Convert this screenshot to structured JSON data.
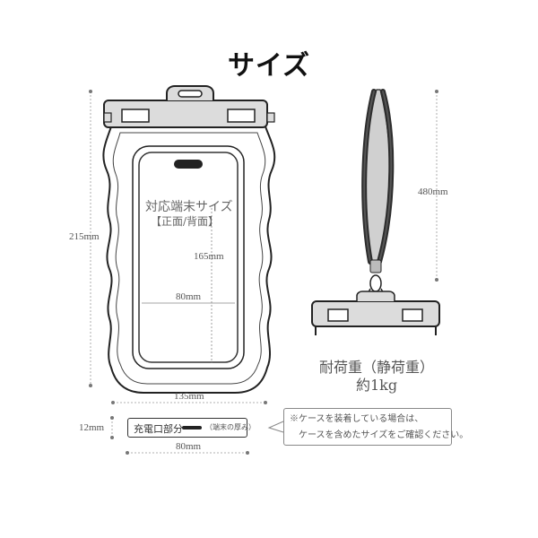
{
  "title": "サイズ",
  "dims": {
    "total_height": "215mm",
    "total_width": "135mm",
    "inner_height": "165mm",
    "inner_width": "80mm",
    "strap_length": "480mm",
    "thickness": "12mm",
    "bottom_width": "80mm"
  },
  "inner_label": {
    "line1": "対応端末サイズ",
    "line2": "【正面/背面】"
  },
  "weight": {
    "line1": "耐荷重（静荷重）",
    "line2": "約1kg"
  },
  "port": {
    "label": "充電口部分",
    "sub": "（端末の厚み）"
  },
  "note": {
    "line1": "※ケースを装着している場合は、",
    "line2": "ケースを含めたサイズをご確認ください。"
  }
}
